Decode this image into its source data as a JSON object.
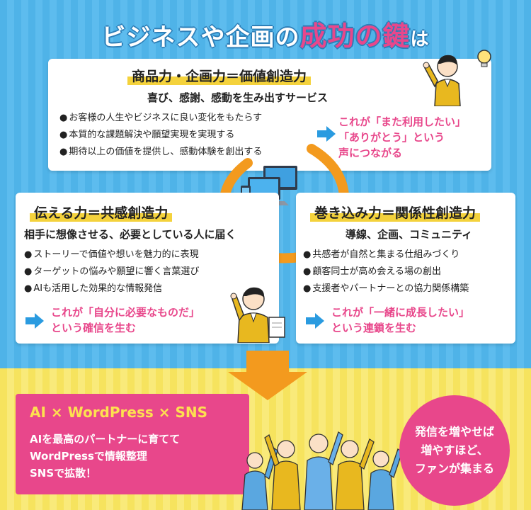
{
  "headline": {
    "part1": "ビジネスや企画の",
    "accent": "成功の鍵",
    "part2": "は"
  },
  "top_card": {
    "title": "商品力・企画力＝価値創造力",
    "subtitle": "喜び、感謝、感動を生み出すサービス",
    "bullets": [
      "お客様の人生やビジネスに良い変化をもたらす",
      "本質的な課題解決や願望実現を実現する",
      "期待以上の価値を提供し、感動体験を創出する"
    ],
    "result_lines": [
      "これが「また利用したい」",
      "「ありがとう」という",
      "声につながる"
    ]
  },
  "left_card": {
    "title": "伝える力＝共感創造力",
    "subtitle": "相手に想像させる、必要としている人に届く",
    "bullets": [
      "ストーリーで価値や想いを魅力的に表現",
      "ターゲットの悩みや願望に響く言葉選び",
      "AIも活用した効果的な情報発信"
    ],
    "result_lines": [
      "これが「自分に必要なものだ」",
      "という確信を生む"
    ]
  },
  "right_card": {
    "title": "巻き込み力＝関係性創造力",
    "subtitle": "導線、企画、コミュニティ",
    "bullets": [
      "共感者が自然と集まる仕組みづくり",
      "顧客同士が高め会える場の創出",
      "支援者やパートナーとの協力関係構築"
    ],
    "result_lines": [
      "これが「一緒に成長したい」",
      "という連鎖を生む"
    ]
  },
  "bottom_panel": {
    "title": "AI × WordPress × SNS",
    "lines": [
      "AIを最高のパートナーに育てて",
      "WordPressで情報整理",
      "SNSで拡散！"
    ]
  },
  "circle_badge": {
    "lines": [
      "発信を増やせば",
      "増やすほど、",
      "ファンが集まる"
    ]
  },
  "colors": {
    "sky": "#4fb3e8",
    "yellow": "#f4e15a",
    "pink": "#e8478b",
    "orange": "#f39a1e",
    "arrow_blue": "#2a9be0",
    "band": "#f4d23c"
  }
}
